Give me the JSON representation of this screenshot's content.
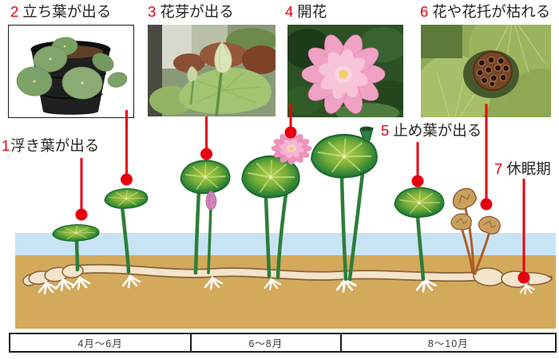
{
  "stages": [
    {
      "num": "1",
      "label": "浮き葉が出る"
    },
    {
      "num": "2",
      "label": "立ち葉が出る"
    },
    {
      "num": "3",
      "label": "花芽が出る"
    },
    {
      "num": "4",
      "label": "開花"
    },
    {
      "num": "5",
      "label": "止め葉が出る"
    },
    {
      "num": "6",
      "label": "花や花托が枯れる"
    },
    {
      "num": "7",
      "label": "休眠期"
    }
  ],
  "timeline": {
    "periods": [
      {
        "label": "4月〜6月"
      },
      {
        "label": "6〜8月"
      },
      {
        "label": "8〜10月"
      }
    ]
  },
  "palette": {
    "accent_red": "#e60012",
    "water_blue": "#c8e4f4",
    "soil_tan": "#d3a95c",
    "rhizome_cream": "#f3e4cb",
    "leaf_green_dark": "#1d6f2e",
    "leaf_green_light": "#b3cc4a",
    "withered_brown": "#c9a05f"
  }
}
